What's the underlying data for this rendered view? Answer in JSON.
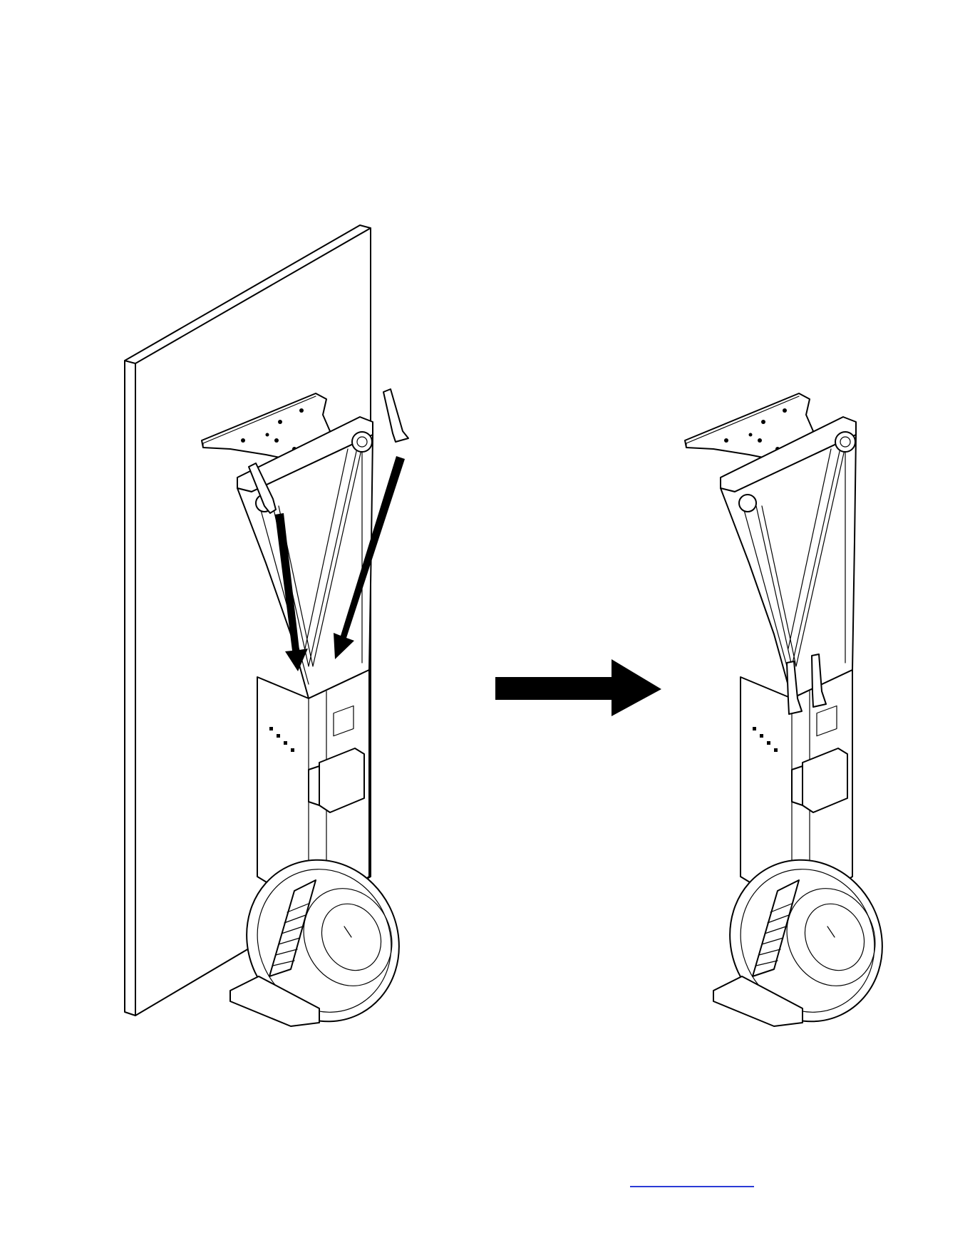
{
  "figure": {
    "left_view": {
      "panel": "wall-panel",
      "arrows_into_guides": 2
    },
    "transition_arrow": "right-arrow",
    "right_view": {
      "handles_docked": true
    }
  },
  "footer": {
    "link_text": "",
    "link_color": "#2a3bd6"
  },
  "colors": {
    "ink": "#000000",
    "paper": "#ffffff"
  }
}
